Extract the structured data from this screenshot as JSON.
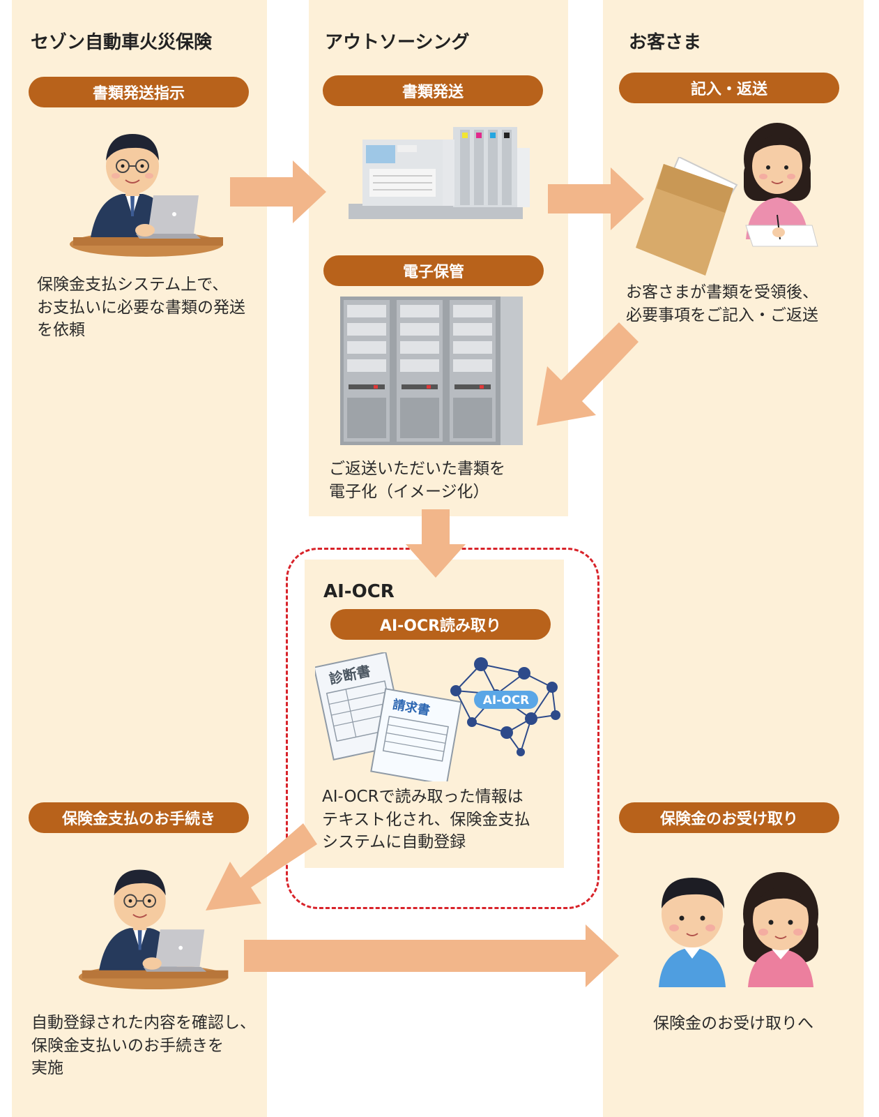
{
  "lanes": {
    "company": {
      "heading": "セゾン自動車火災保険",
      "step1_label": "書類発送指示",
      "step1_desc": "保険金支払システム上で、\nお支払いに必要な書類の発送\nを依頼",
      "step2_label": "保険金支払のお手続き",
      "step2_desc": "自動登録された内容を確認し、\n保険金支払いのお手続きを\n実施"
    },
    "outsourcing": {
      "heading": "アウトソーシング",
      "step1_label": "書類発送",
      "step2_label": "電子保管",
      "step2_desc": "ご返送いただいた書類を\n電子化（イメージ化）"
    },
    "ai_ocr": {
      "heading": "AI-OCR",
      "step_label": "AI-OCR読み取り",
      "step_desc": "AI-OCRで読み取った情報は\nテキスト化され、保険金支払\nシステムに自動登録",
      "doc1_title": "診断書",
      "doc2_title": "請求書",
      "network_label": "AI-OCR"
    },
    "customer": {
      "heading": "お客さま",
      "step1_label": "記入・返送",
      "step1_desc": "お客さまが書類を受領後、\n必要事項をご記入・ご返送",
      "step2_label": "保険金のお受け取り",
      "step2_desc": "保険金のお受け取りへ"
    }
  },
  "colors": {
    "lane_bg": "#fdf0d8",
    "pill_bg": "#b8621b",
    "arrow": "#f2b68a",
    "ocr_border": "#d8232a"
  },
  "icons": [
    "office-worker-icon",
    "printer-machine-icon",
    "envelope-icon",
    "woman-writing-icon",
    "server-rack-icon",
    "documents-icon",
    "neural-network-icon",
    "couple-icon"
  ]
}
